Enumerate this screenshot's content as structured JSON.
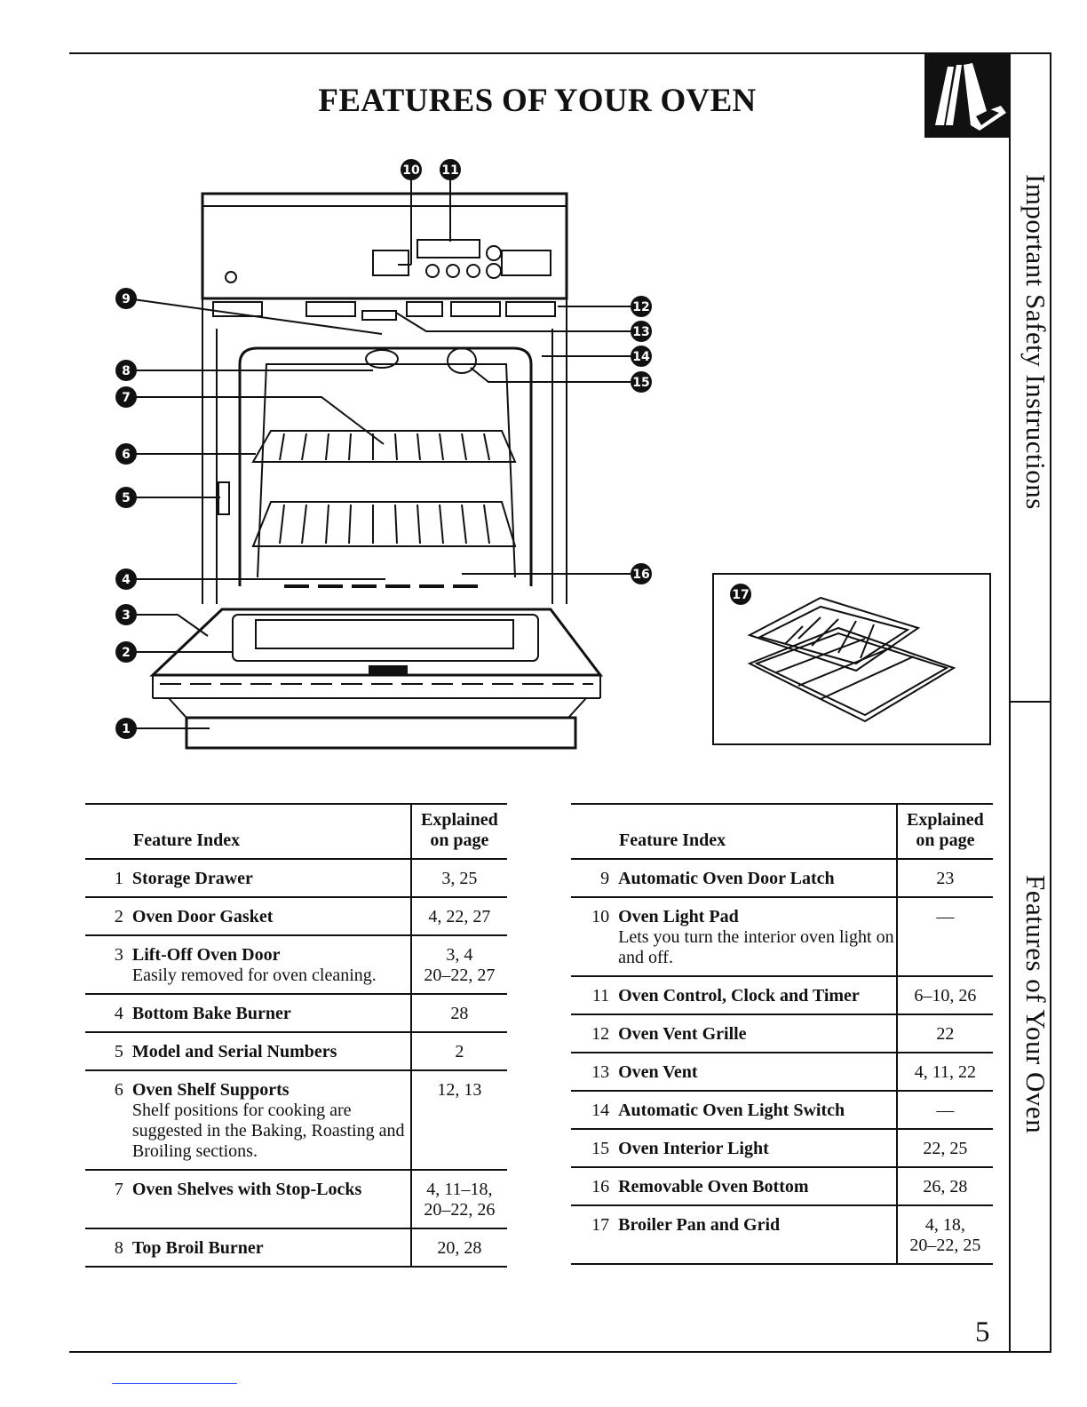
{
  "page": {
    "title": "FEATURES OF YOUR OVEN",
    "page_number": "5",
    "sidebar_tabs": [
      "Important Safety Instructions",
      "Features of Your Oven"
    ]
  },
  "callouts": [
    "1",
    "2",
    "3",
    "4",
    "5",
    "6",
    "7",
    "8",
    "9",
    "10",
    "11",
    "12",
    "13",
    "14",
    "15",
    "16",
    "17"
  ],
  "table_header": {
    "feature": "Feature Index",
    "page": "Explained\non page"
  },
  "left_table": [
    {
      "num": "1",
      "name": "Storage Drawer",
      "desc": "",
      "pages": "3, 25"
    },
    {
      "num": "2",
      "name": "Oven Door Gasket",
      "desc": "",
      "pages": "4, 22, 27"
    },
    {
      "num": "3",
      "name": "Lift-Off Oven Door",
      "desc": "Easily removed for oven cleaning.",
      "pages": "3, 4\n20–22, 27"
    },
    {
      "num": "4",
      "name": "Bottom Bake Burner",
      "desc": "",
      "pages": "28"
    },
    {
      "num": "5",
      "name": "Model and Serial Numbers",
      "desc": "",
      "pages": "2"
    },
    {
      "num": "6",
      "name": "Oven Shelf Supports",
      "desc": "Shelf positions for cooking are suggested in the Baking, Roasting and Broiling sections.",
      "pages": "12, 13"
    },
    {
      "num": "7",
      "name": "Oven Shelves with Stop-Locks",
      "desc": "",
      "pages": "4, 11–18,\n20–22, 26"
    },
    {
      "num": "8",
      "name": "Top Broil Burner",
      "desc": "",
      "pages": "20, 28"
    }
  ],
  "right_table": [
    {
      "num": "9",
      "name": "Automatic Oven Door Latch",
      "desc": "",
      "pages": "23"
    },
    {
      "num": "10",
      "name": "Oven Light Pad",
      "desc": "Lets you turn the interior oven light on and off.",
      "pages": "—"
    },
    {
      "num": "11",
      "name": "Oven Control, Clock and Timer",
      "desc": "",
      "pages": "6–10, 26"
    },
    {
      "num": "12",
      "name": "Oven Vent Grille",
      "desc": "",
      "pages": "22"
    },
    {
      "num": "13",
      "name": "Oven Vent",
      "desc": "",
      "pages": "4, 11, 22"
    },
    {
      "num": "14",
      "name": "Automatic Oven Light Switch",
      "desc": "",
      "pages": "—"
    },
    {
      "num": "15",
      "name": "Oven Interior Light",
      "desc": "",
      "pages": "22, 25"
    },
    {
      "num": "16",
      "name": "Removable Oven Bottom",
      "desc": "",
      "pages": "26, 28"
    },
    {
      "num": "17",
      "name": "Broiler Pan and Grid",
      "desc": "",
      "pages": "4, 18,\n20–22, 25"
    }
  ]
}
